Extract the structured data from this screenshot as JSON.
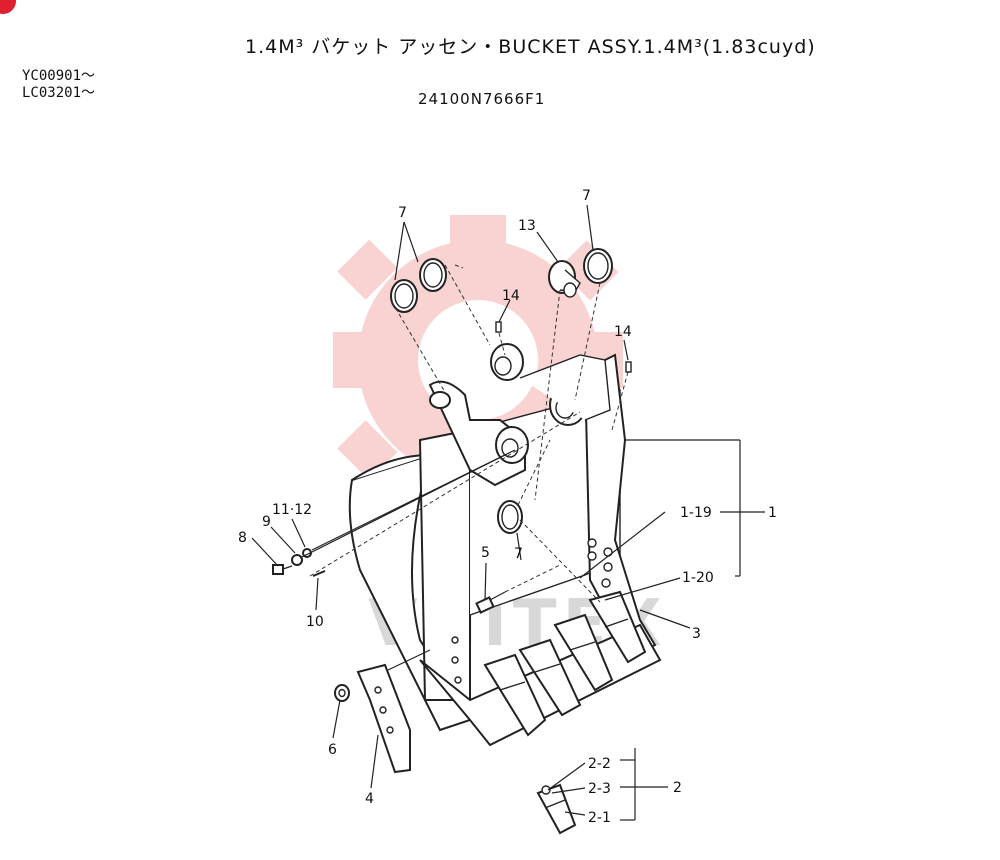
{
  "header": {
    "title": "1.4M³ バケット アッセン・BUCKET ASSY.1.4M³(1.83cuyd)",
    "serial_1": "YC00901～",
    "serial_2": "LC03201～",
    "part_number": "24100N7666F1"
  },
  "watermark": {
    "text": "VHITEX",
    "color": "#f08080"
  },
  "callouts": {
    "c7a": "7",
    "c7b": "7",
    "c7c": "7",
    "c13": "13",
    "c14a": "14",
    "c14b": "14",
    "c1_19": "1-19",
    "c1": "1",
    "c1_20": "1-20",
    "c3": "3",
    "c8": "8",
    "c9": "9",
    "c11_12": "11·12",
    "c10": "10",
    "c5": "5",
    "c6": "6",
    "c4": "4",
    "c2_2": "2-2",
    "c2_3": "2-3",
    "c2_1": "2-1",
    "c2": "2"
  }
}
